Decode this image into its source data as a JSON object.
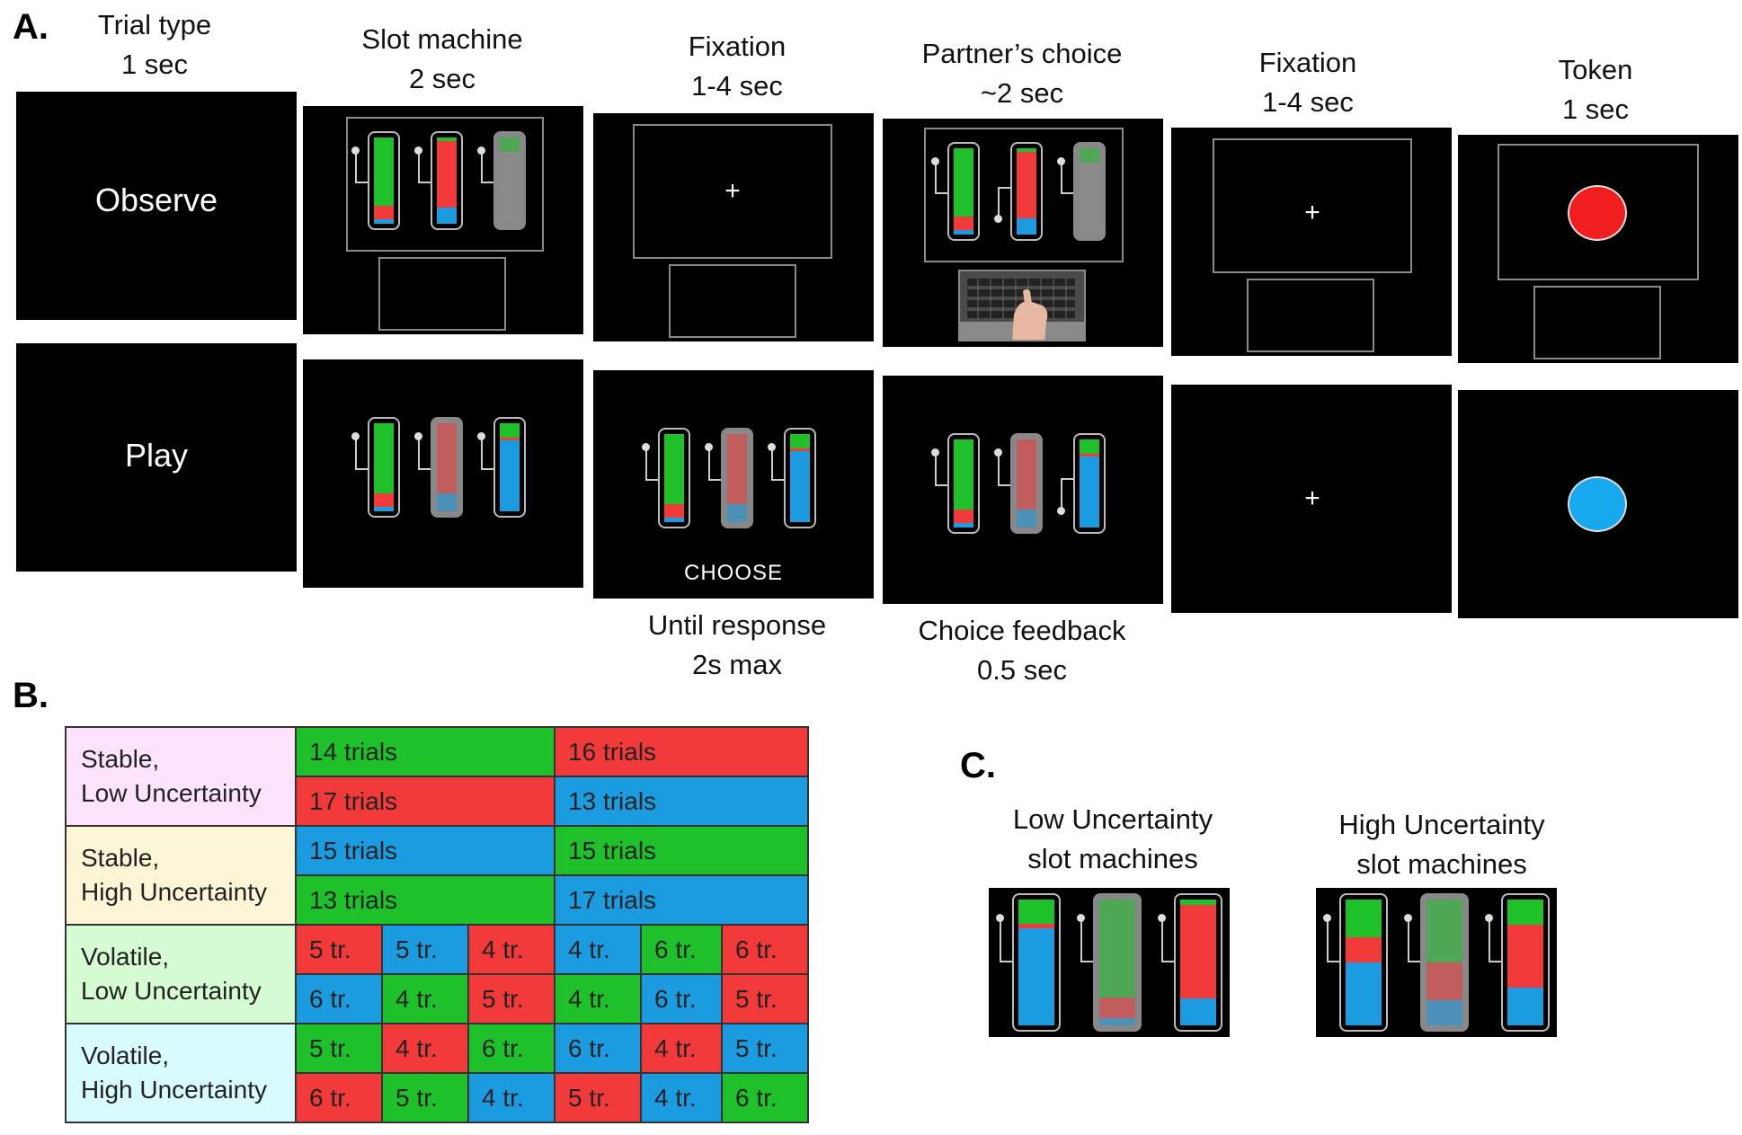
{
  "panels": {
    "a": "A.",
    "b": "B.",
    "c": "C."
  },
  "stages_top": [
    {
      "title": "Trial type",
      "duration": "1 sec"
    },
    {
      "title": "Slot machine",
      "duration": "2 sec"
    },
    {
      "title": "Fixation",
      "duration": "1-4 sec"
    },
    {
      "title": "Partner’s choice",
      "duration": "~2 sec"
    },
    {
      "title": "Fixation",
      "duration": "1-4 sec"
    },
    {
      "title": "Token",
      "duration": "1 sec"
    }
  ],
  "stages_bottom": [
    {
      "title": "Until response",
      "duration": "2s max"
    },
    {
      "title": "Choice feedback",
      "duration": "0.5 sec"
    }
  ],
  "trial_types": {
    "observe": "Observe",
    "play": "Play"
  },
  "fixation_symbol": "+",
  "choose_text": "CHOOSE",
  "colors": {
    "green": "#1fc12a",
    "red": "#f23a3a",
    "blue": "#1b9be0",
    "gray_overlay": "#8c8c8c",
    "token_observe": "#f01e1e",
    "token_play": "#18a8ee"
  },
  "conditions": [
    {
      "line1": "Stable,",
      "line2": "Low Uncertainty",
      "bg": "#fde3fb",
      "rows": [
        [
          {
            "text": "14 trials",
            "color": "green",
            "span": 3
          },
          {
            "text": "16 trials",
            "color": "red",
            "span": 3
          }
        ],
        [
          {
            "text": "17 trials",
            "color": "red",
            "span": 3
          },
          {
            "text": "13 trials",
            "color": "blue",
            "span": 3
          }
        ]
      ]
    },
    {
      "line1": "Stable,",
      "line2": "High Uncertainty",
      "bg": "#fdf6d6",
      "rows": [
        [
          {
            "text": "15 trials",
            "color": "blue",
            "span": 3
          },
          {
            "text": "15 trials",
            "color": "green",
            "span": 3
          }
        ],
        [
          {
            "text": "13 trials",
            "color": "green",
            "span": 3
          },
          {
            "text": "17 trials",
            "color": "blue",
            "span": 3
          }
        ]
      ]
    },
    {
      "line1": "Volatile,",
      "line2": "Low Uncertainty",
      "bg": "#d5fcd2",
      "rows": [
        [
          {
            "text": "5 tr.",
            "color": "red"
          },
          {
            "text": "5 tr.",
            "color": "blue"
          },
          {
            "text": "4 tr.",
            "color": "red"
          },
          {
            "text": "4 tr.",
            "color": "blue"
          },
          {
            "text": "6 tr.",
            "color": "green"
          },
          {
            "text": "6 tr.",
            "color": "red"
          }
        ],
        [
          {
            "text": "6 tr.",
            "color": "blue"
          },
          {
            "text": "4 tr.",
            "color": "green"
          },
          {
            "text": "5 tr.",
            "color": "red"
          },
          {
            "text": "4 tr.",
            "color": "green"
          },
          {
            "text": "6 tr.",
            "color": "blue"
          },
          {
            "text": "5 tr.",
            "color": "red"
          }
        ]
      ]
    },
    {
      "line1": "Volatile,",
      "line2": "High Uncertainty",
      "bg": "#d8fbfd",
      "rows": [
        [
          {
            "text": "5 tr.",
            "color": "green"
          },
          {
            "text": "4 tr.",
            "color": "red"
          },
          {
            "text": "6 tr.",
            "color": "green"
          },
          {
            "text": "6 tr.",
            "color": "blue"
          },
          {
            "text": "4 tr.",
            "color": "red"
          },
          {
            "text": "5 tr.",
            "color": "blue"
          }
        ],
        [
          {
            "text": "6 tr.",
            "color": "red"
          },
          {
            "text": "5 tr.",
            "color": "green"
          },
          {
            "text": "4 tr.",
            "color": "blue"
          },
          {
            "text": "5 tr.",
            "color": "red"
          },
          {
            "text": "4 tr.",
            "color": "blue"
          },
          {
            "text": "6 tr.",
            "color": "green"
          }
        ]
      ]
    }
  ],
  "machine_sets": [
    {
      "title": "Low Uncertainty",
      "subtitle": "slot machines"
    },
    {
      "title": "High Uncertainty",
      "subtitle": "slot machines"
    }
  ]
}
